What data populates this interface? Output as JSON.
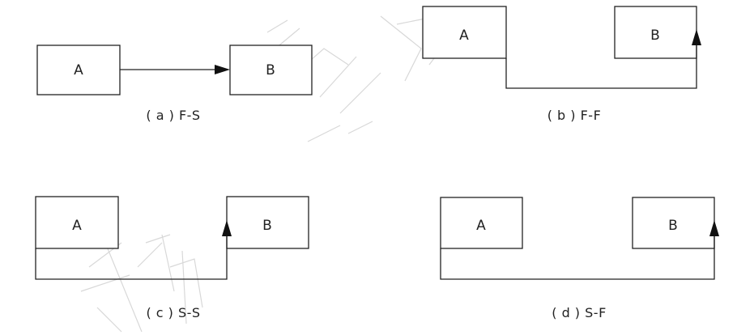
{
  "diagrams": [
    {
      "id": "a",
      "from_label": "A",
      "to_label": "B",
      "caption": "( a ) F-S"
    },
    {
      "id": "b",
      "from_label": "A",
      "to_label": "B",
      "caption": "( b ) F-F"
    },
    {
      "id": "c",
      "from_label": "A",
      "to_label": "B",
      "caption": "( c ) S-S"
    },
    {
      "id": "d",
      "from_label": "A",
      "to_label": "B",
      "caption": "( d ) S-F"
    }
  ],
  "colors": {
    "ink": "#222222",
    "background": "#ffffff",
    "watermark": "#d8d8d8"
  }
}
